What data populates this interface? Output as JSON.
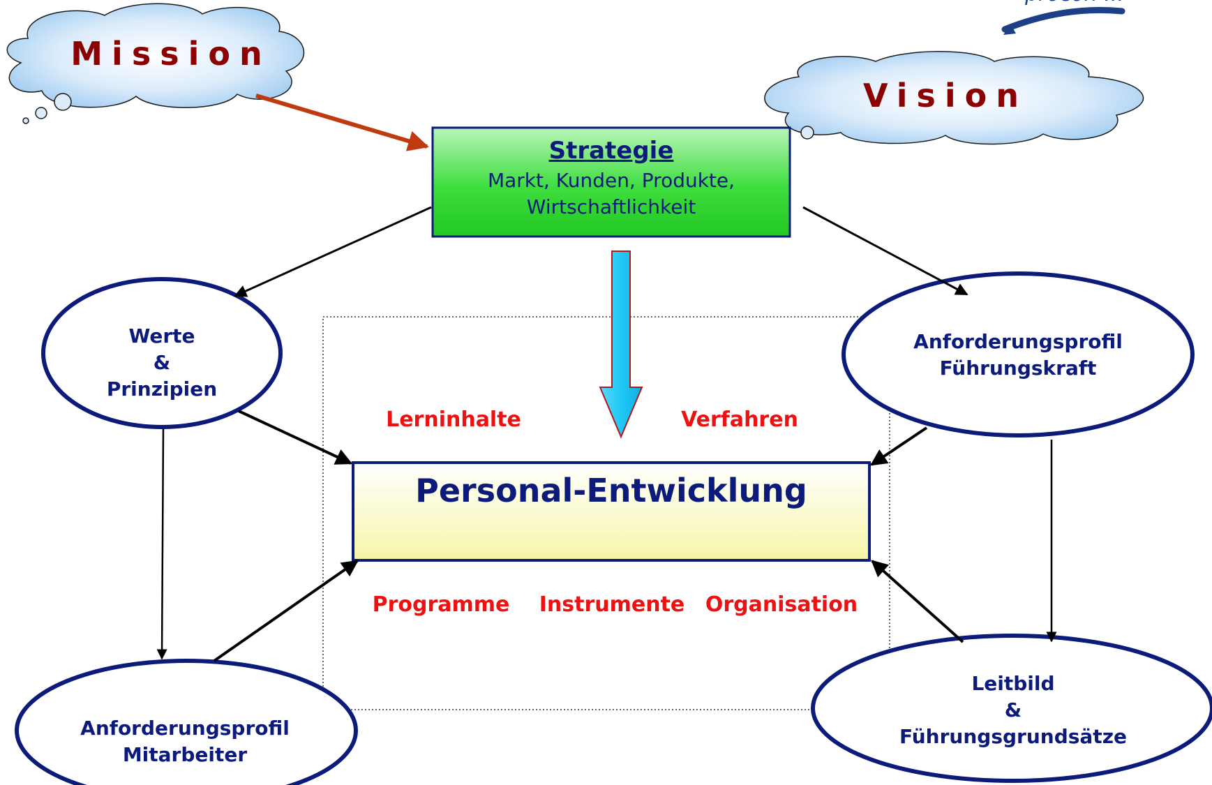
{
  "logo": {
    "text": "procon ..."
  },
  "mission": {
    "label": "Mission"
  },
  "vision": {
    "label": "Vision"
  },
  "strategie": {
    "title": "Strategie",
    "line1": "Markt, Kunden, Produkte,",
    "line2": "Wirtschaftlichkeit"
  },
  "werte": {
    "line1": "Werte",
    "line2": "&",
    "line3": "Prinzipien"
  },
  "anforderungsprofil_fuehrungskraft": {
    "line1": "Anforderungsprofil",
    "line2": "Führungskraft"
  },
  "anforderungsprofil_mitarbeiter": {
    "line1": "Anforderungsprofil",
    "line2": "Mitarbeiter"
  },
  "leitbild": {
    "line1": "Leitbild",
    "line2": "&",
    "line3": "Führungsgrundsätze"
  },
  "personal_entwicklung": {
    "label": "Personal-Entwicklung"
  },
  "aspects": {
    "lerninhalte": "Lerninhalte",
    "verfahren": "Verfahren",
    "programme": "Programme",
    "instrumente": "Instrumente",
    "organisation": "Organisation"
  },
  "colors": {
    "navy": "#0c1a7a",
    "mission_red": "#8b0000",
    "aspect_red": "#ee1111",
    "arrow_orange": "#c03a10",
    "flow_arrow_cyan": "#1fc8f5",
    "strategie_green": "#33dd33",
    "pe_yellow": "#fbfbc0"
  }
}
